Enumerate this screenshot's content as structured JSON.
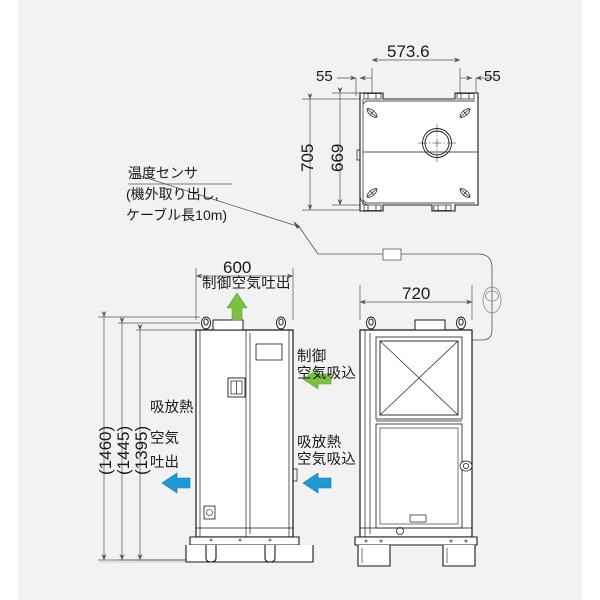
{
  "drawing": {
    "title": "Air conditioning unit dimensional drawing",
    "background_color": "#f2f2f2",
    "line_color": "#1a1a1a",
    "arrow_green": "#7AC142",
    "arrow_blue": "#1E9BD7"
  },
  "top_view": {
    "name": "top-view",
    "dim_width_total": "573.6",
    "dim_left_offset": "55",
    "dim_right_offset": "55",
    "dim_depth_outer": "705",
    "dim_depth_inner": "669"
  },
  "front_view": {
    "name": "front-view",
    "dim_width": "600",
    "dim_height_outer": "(1460)",
    "dim_height_middle": "(1445)",
    "dim_height_inner": "(1395)",
    "label_top_outlet": "制御空気吐出",
    "label_side_outlet_line1": "吸放熱",
    "label_side_outlet_line2": "空気",
    "label_side_outlet_line3": "吐出",
    "label_control_intake_line1": "制御",
    "label_control_intake_line2": "空気吸込",
    "label_heat_intake_line1": "吸放熱",
    "label_heat_intake_line2": "空気吸込"
  },
  "side_view": {
    "name": "side-view",
    "dim_width": "720"
  },
  "sensor_note": {
    "name": "temperature-sensor-note",
    "line1": "温度センサ",
    "line2": "(機外取り出し,",
    "line3": "ケーブル長10m)"
  }
}
